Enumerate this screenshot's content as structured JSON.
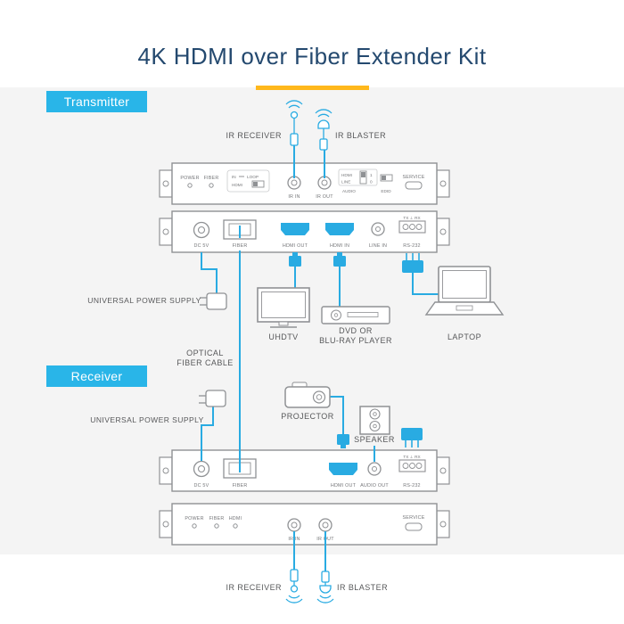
{
  "title": "4K HDMI over Fiber Extender Kit",
  "colors": {
    "accent_cyan": "#29abe2",
    "badge_cyan": "#29b5e8",
    "title_navy": "#24496f",
    "underline_yellow": "#ffb81c",
    "device_outline_gray": "#8f9194",
    "label_gray": "#57585a",
    "section_background": "#f4f4f4"
  },
  "transmitter_section": {
    "badge": "Transmitter",
    "ir_receiver_label": "IR RECEIVER",
    "ir_blaster_label": "IR BLASTER",
    "power_supply_label": "UNIVERSAL POWER SUPPLY",
    "uhdtv_label": "UHDTV",
    "dvd_label_line1": "DVD OR",
    "dvd_label_line2": "BLU-RAY PLAYER",
    "laptop_label": "LAPTOP",
    "top_panel": {
      "power": "POWER",
      "fiber": "FIBER",
      "in": "IN",
      "loop": "LOOP",
      "hdmi": "HDMI",
      "ir_in": "IR IN",
      "ir_out": "IR OUT",
      "hdmi_sw": "HDMI",
      "line_sw": "LINE",
      "pos1": "1",
      "pos0": "0",
      "audio": "AUDIO",
      "edid": "EDID",
      "service": "SERVICE"
    },
    "front_panel": {
      "dc5v": "DC 5V",
      "fiber": "FIBER",
      "hdmi_out": "HDMI OUT",
      "hdmi_in": "HDMI IN",
      "line_in": "LINE IN",
      "txrx": "TX ⊥ RX",
      "rs232": "RS-232"
    }
  },
  "fiber_link": {
    "label_line1": "OPTICAL",
    "label_line2": "FIBER CABLE"
  },
  "receiver_section": {
    "badge": "Receiver",
    "power_supply_label": "UNIVERSAL POWER SUPPLY",
    "projector_label": "PROJECTOR",
    "speaker_label": "SPEAKER",
    "ir_receiver_label": "IR RECEIVER",
    "ir_blaster_label": "IR BLASTER",
    "front_panel": {
      "dc5v": "DC 5V",
      "fiber": "FIBER",
      "hdmi_out": "HDMI OUT",
      "audio_out": "AUDIO OUT",
      "txrx": "TX ⊥ RX",
      "rs232": "RS-232"
    },
    "top_panel": {
      "power": "POWER",
      "fiber": "FIBER",
      "hdmi": "HDMI",
      "ir_in": "IR IN",
      "ir_out": "IR OUT",
      "service": "SERVICE"
    }
  }
}
